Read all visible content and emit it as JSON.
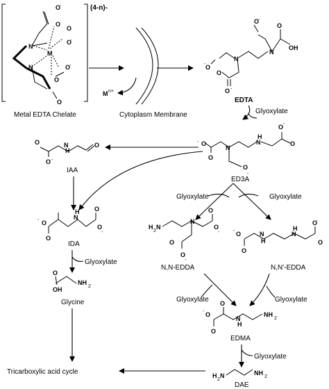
{
  "labels": {
    "charge": "(4-n)-",
    "chelate": "Metal EDTA Chelate",
    "membrane": "Cytoplasm Membrane",
    "metal_ion": "M",
    "metal_charge": "n+",
    "metal_center": "M",
    "edta": "EDTA",
    "glyoxylate_1": "Glyoxylate",
    "ed3a": "ED3A",
    "glyoxylate_left": "Glyoxylate",
    "glyoxylate_right": "Glyoxylate",
    "iaa": "IAA",
    "ida": "IDA",
    "glyoxylate_ida": "Glyoxylate",
    "glycine": "Glycine",
    "nn_edda": "N,N-EDDA",
    "nnp_edda": "N,N'-EDDA",
    "glyoxylate_3": "Glyoxylate",
    "glyoxylate_4": "Glyoxylate",
    "edma": "EDMA",
    "glyoxylate_5": "Glyoxylate",
    "dae": "DAE",
    "tca": "Tricarboxylic acid cycle"
  },
  "atoms": {
    "N": "N",
    "H": "H",
    "O": "O",
    "OH": "OH",
    "NH2": "NH",
    "NH2_sub": "2",
    "H2N": "H",
    "H2N_sub": "2",
    "H2N_tail": "N",
    "minus": "-"
  }
}
